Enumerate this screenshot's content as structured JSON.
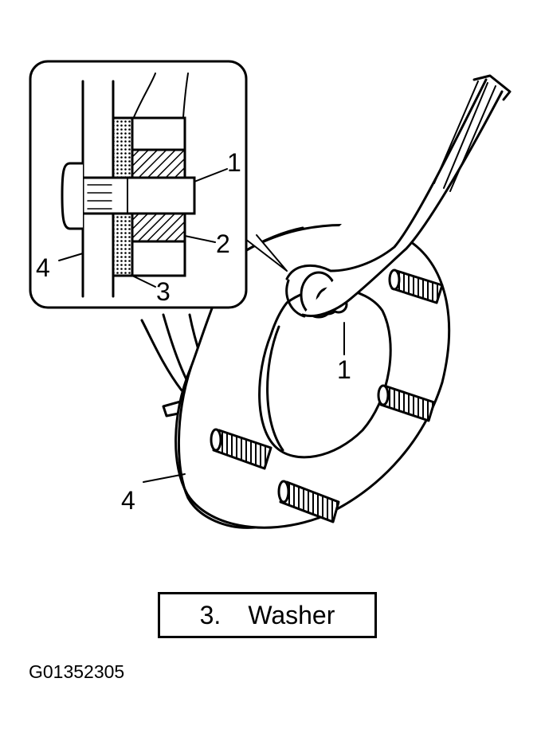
{
  "callouts": {
    "inset_1": "1",
    "inset_2": "2",
    "inset_3": "3",
    "inset_4": "4",
    "main_1": "1",
    "main_4": "4"
  },
  "legend": {
    "number": "3.",
    "label": "Washer"
  },
  "figure_code": "G01352305"
}
